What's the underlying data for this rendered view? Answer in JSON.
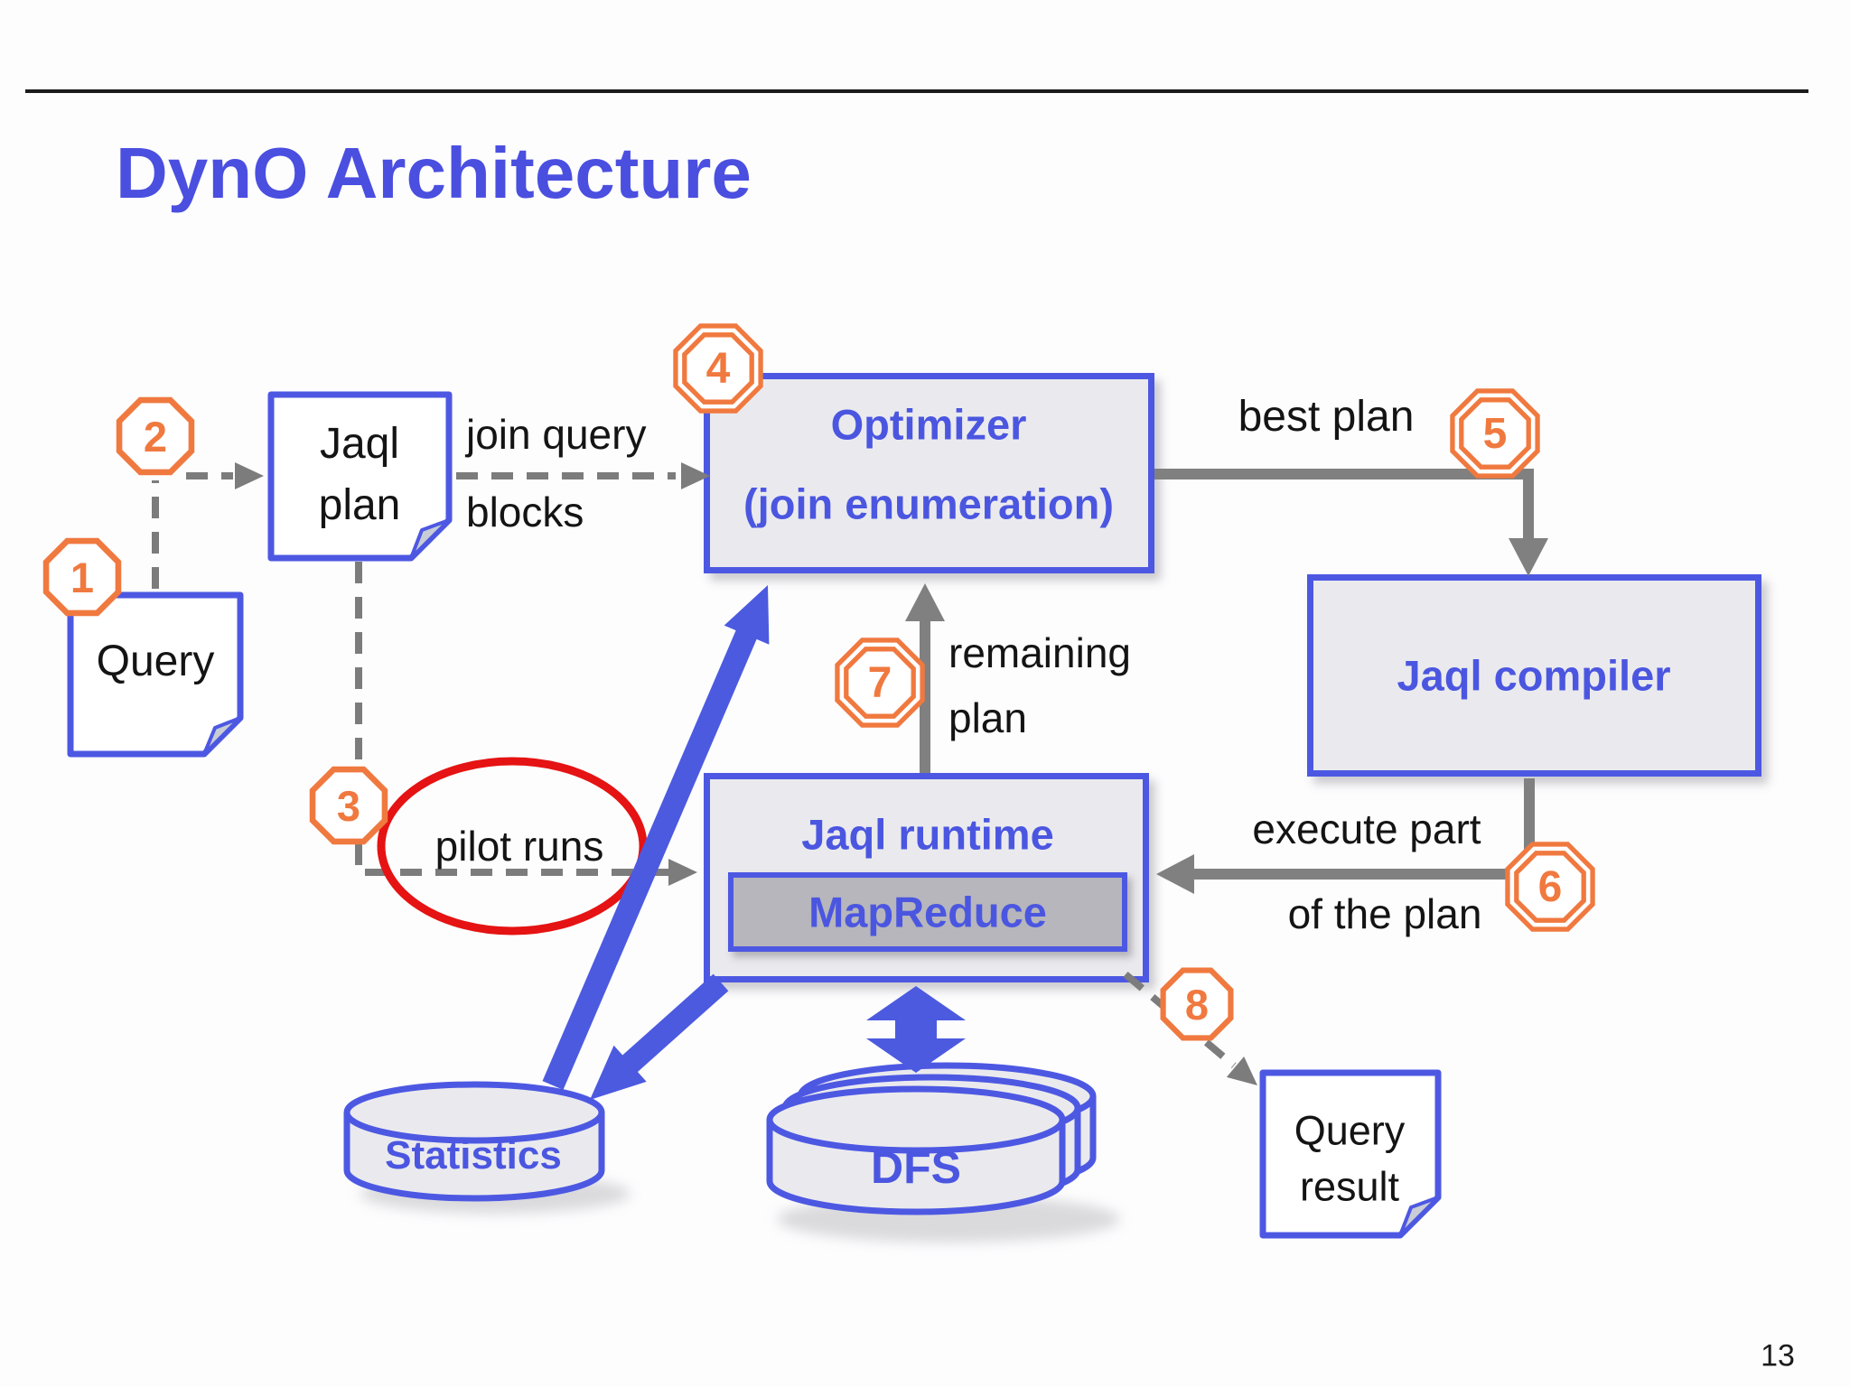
{
  "slide": {
    "title": "DynO Architecture",
    "page_number": "13"
  },
  "nodes": {
    "query": {
      "label": "Query"
    },
    "jaql_plan": {
      "line1": "Jaql",
      "line2": "plan"
    },
    "optimizer": {
      "line1": "Optimizer",
      "line2": "(join enumeration)"
    },
    "jaql_compiler": {
      "label": "Jaql compiler"
    },
    "jaql_runtime": {
      "label": "Jaql runtime"
    },
    "mapreduce": {
      "label": "MapReduce"
    },
    "statistics": {
      "label": "Statistics"
    },
    "dfs": {
      "label": "DFS"
    },
    "query_result": {
      "line1": "Query",
      "line2": "result"
    }
  },
  "edges": {
    "join_query": {
      "line1": "join query",
      "line2": "blocks"
    },
    "best_plan": {
      "label": "best plan"
    },
    "remaining_plan": {
      "line1": "remaining",
      "line2": "plan"
    },
    "execute_part": {
      "line1": "execute part",
      "line2": "of the plan"
    },
    "pilot_runs": {
      "label": "pilot runs"
    }
  },
  "badges": {
    "b1": "1",
    "b2": "2",
    "b3": "3",
    "b4": "4",
    "b5": "5",
    "b6": "6",
    "b7": "7",
    "b8": "8"
  },
  "colors": {
    "accent_blue": "#4b56e0",
    "badge_orange": "#f0793f",
    "arrow_gray": "#808080",
    "highlight_red": "#e51313",
    "box_fill": "#eaeaee",
    "inner_box_fill": "#b6b6bc",
    "title_blue": "#4a4fe0",
    "text_black": "#141414"
  }
}
